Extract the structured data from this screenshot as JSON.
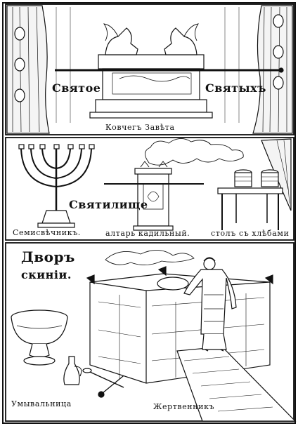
{
  "panel_top": {
    "word_left": "Святое",
    "word_right": "Святыхъ",
    "caption": "Ковчегъ Завѣта"
  },
  "panel_middle": {
    "title": "Святилище",
    "caption_left": "Семисвѣчникъ.",
    "caption_center": "алтарь кадильный.",
    "caption_right": "столъ съ хлѣбами"
  },
  "panel_bottom": {
    "title_line1": "Дворъ",
    "title_line2": "скиніи.",
    "caption_left": "Умывальница",
    "caption_right": "Жертвенникъ"
  }
}
